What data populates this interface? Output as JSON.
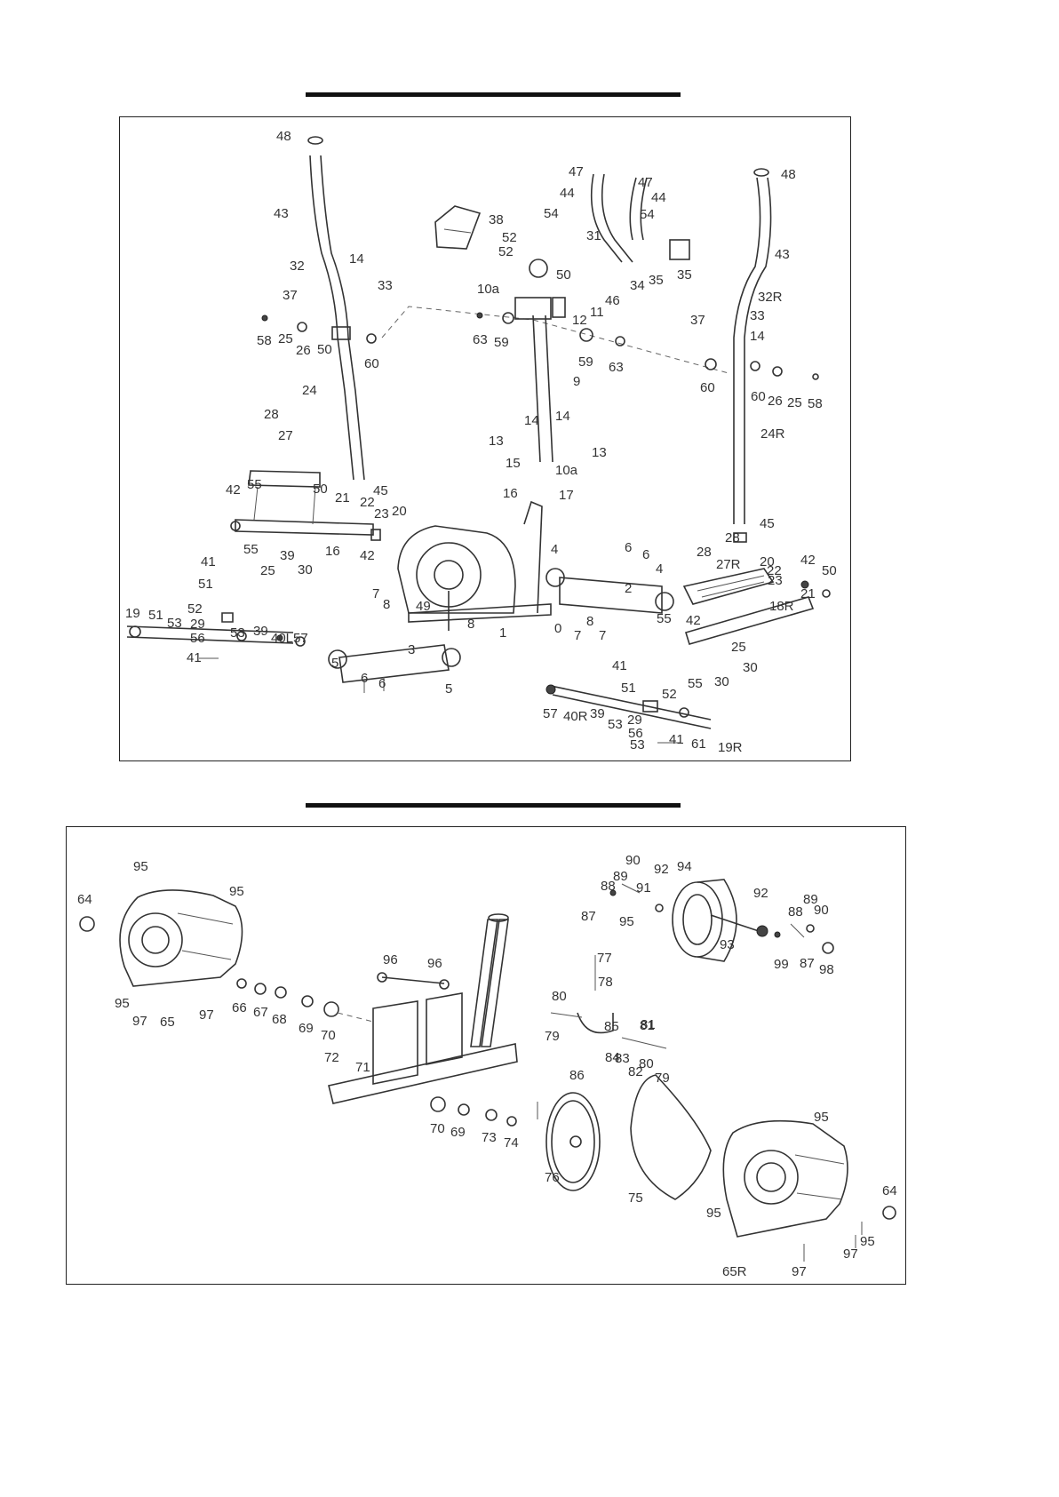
{
  "top_diagram": {
    "labels": [
      "48",
      "43",
      "32",
      "14",
      "37",
      "33",
      "58",
      "25",
      "26",
      "50",
      "60",
      "24",
      "28",
      "27",
      "42",
      "55",
      "50",
      "21",
      "22",
      "23",
      "20",
      "45",
      "16",
      "42",
      "55",
      "30",
      "39",
      "25",
      "41",
      "51",
      "19",
      "51",
      "53",
      "52",
      "29",
      "56",
      "53",
      "39",
      "40L",
      "57",
      "41",
      "38",
      "52",
      "52",
      "47",
      "44",
      "54",
      "47",
      "44",
      "54",
      "31",
      "35",
      "46",
      "34",
      "35",
      "10a",
      "50",
      "12",
      "11",
      "63",
      "59",
      "59",
      "63",
      "9",
      "14",
      "14",
      "13",
      "13",
      "15",
      "10a",
      "16",
      "17",
      "4",
      "6",
      "6",
      "4",
      "2",
      "55",
      "0",
      "7",
      "8",
      "7",
      "7",
      "8",
      "49",
      "8",
      "1",
      "5",
      "3",
      "6",
      "6",
      "5",
      "48",
      "43",
      "32R",
      "37",
      "33",
      "14",
      "60",
      "60",
      "26",
      "25",
      "58",
      "24R",
      "45",
      "28",
      "28",
      "27R",
      "20",
      "22",
      "23",
      "42",
      "50",
      "21",
      "18R",
      "42",
      "25",
      "30",
      "55",
      "30",
      "41",
      "51",
      "52",
      "57",
      "40R",
      "39",
      "53",
      "29",
      "56",
      "53",
      "41",
      "61",
      "19R"
    ]
  },
  "bottom_diagram": {
    "labels": [
      "95",
      "95",
      "64",
      "95",
      "97",
      "65",
      "97",
      "66",
      "67",
      "68",
      "69",
      "70",
      "72",
      "71",
      "96",
      "96",
      "70",
      "69",
      "73",
      "74",
      "77",
      "78",
      "80",
      "79",
      "81",
      "86",
      "85",
      "84",
      "83",
      "82",
      "80",
      "81",
      "79",
      "87",
      "88",
      "89",
      "90",
      "91",
      "92",
      "94",
      "95",
      "92",
      "88",
      "89",
      "90",
      "93",
      "99",
      "87",
      "98",
      "76",
      "75",
      "95",
      "95",
      "65R",
      "97",
      "97",
      "95",
      "64"
    ]
  }
}
